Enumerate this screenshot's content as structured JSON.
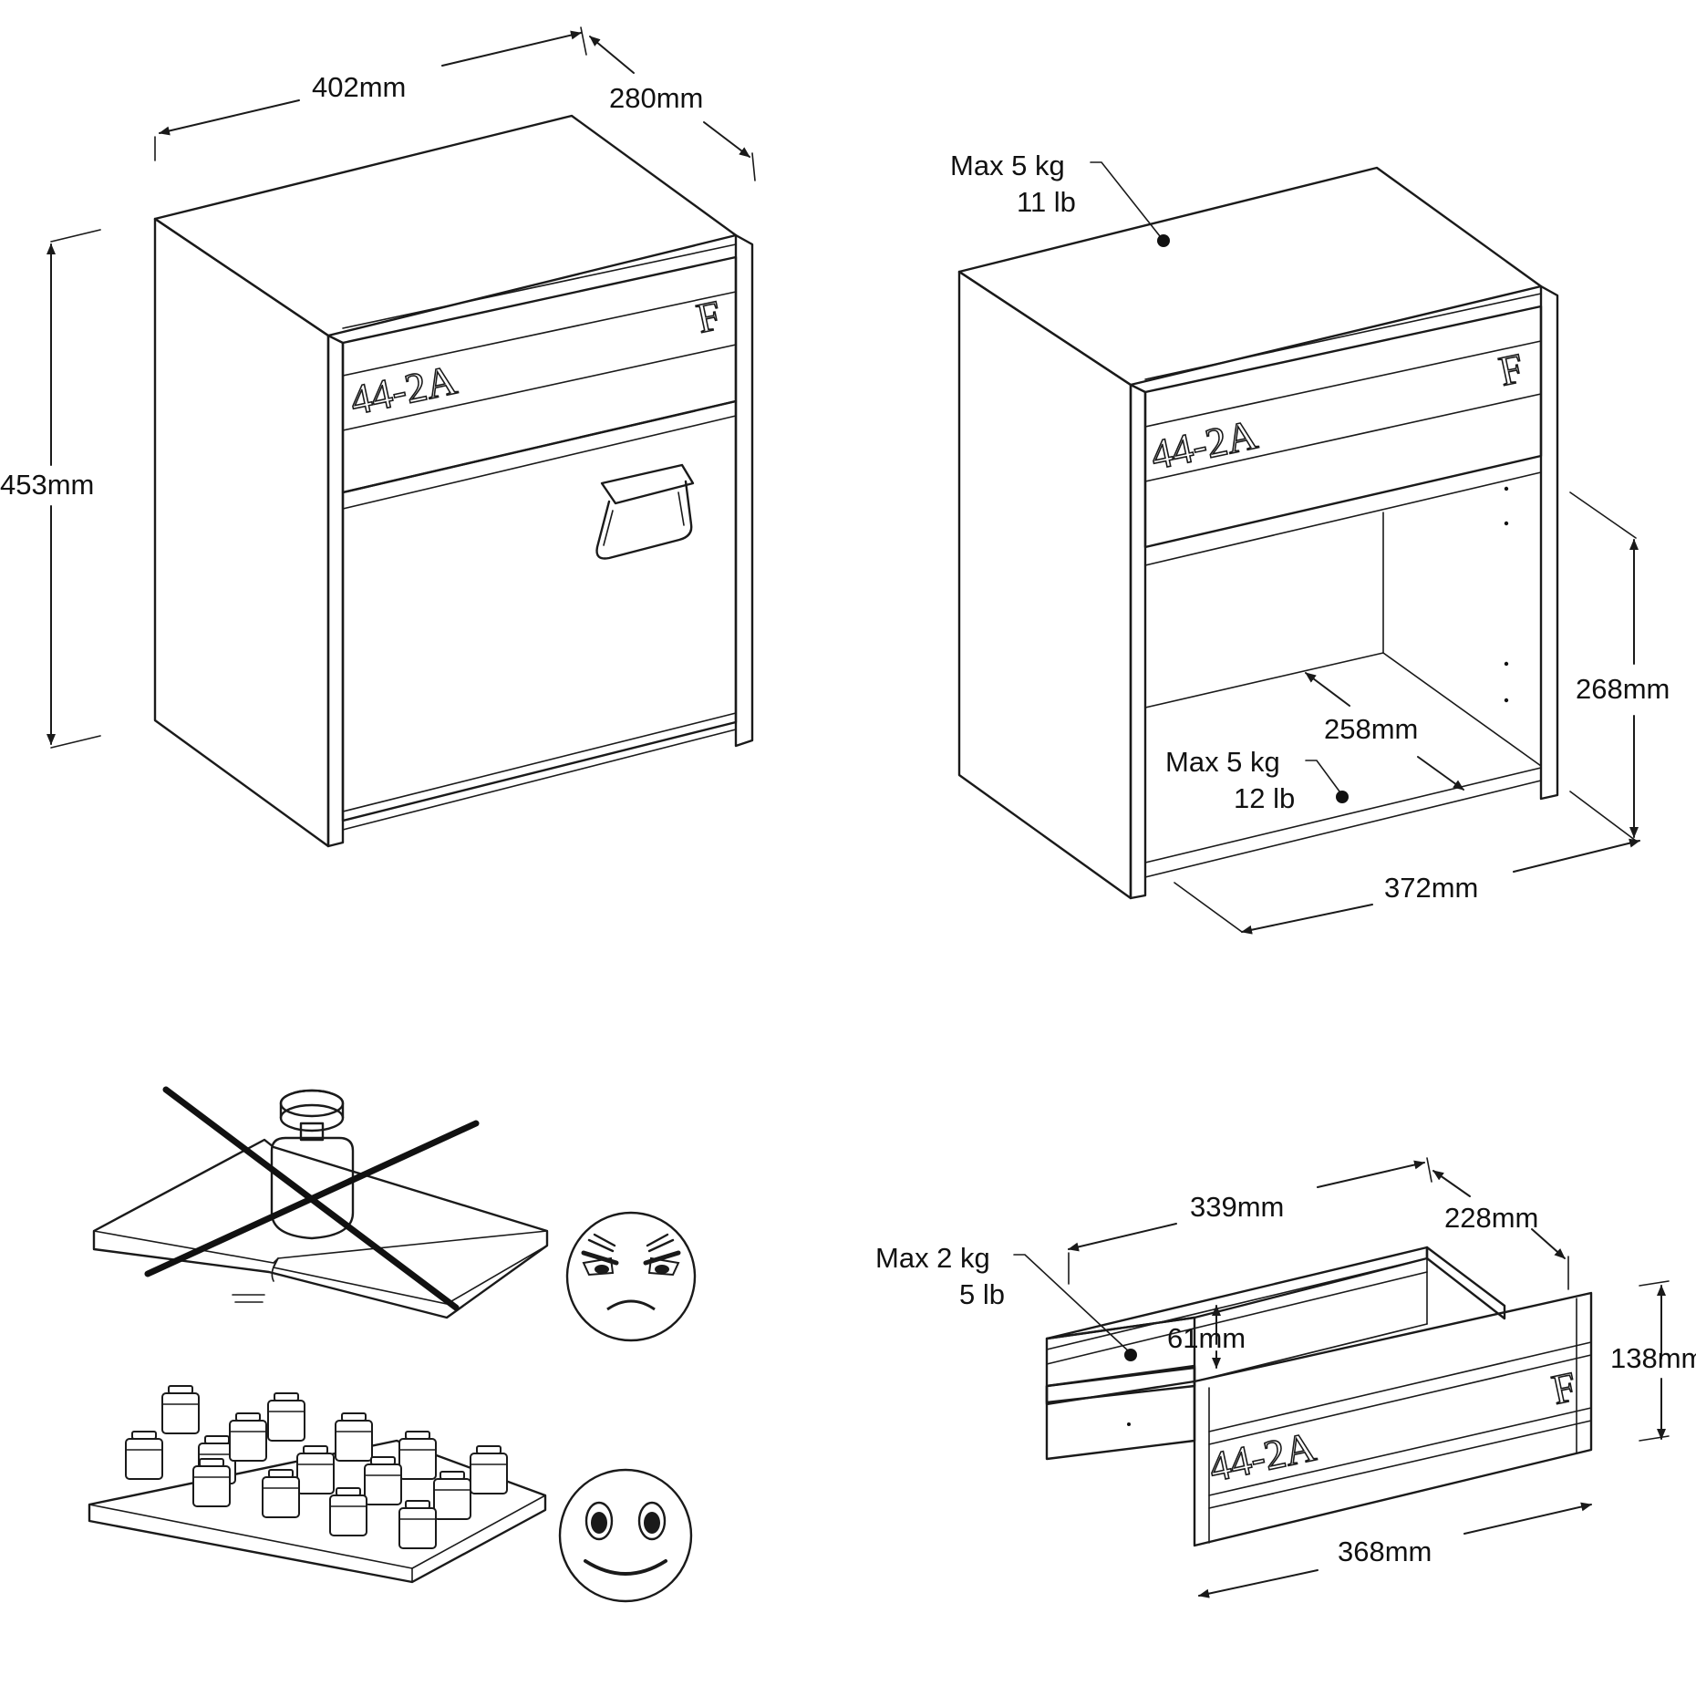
{
  "closed_cabinet": {
    "width": "402mm",
    "depth": "280mm",
    "height": "453mm",
    "engraving_code": "44-2A",
    "engraving_letter": "F"
  },
  "open_cabinet": {
    "top_load": {
      "kg": "Max 5 kg",
      "lb": "11 lb"
    },
    "shelf_load": {
      "kg": "Max 5 kg",
      "lb": "12 lb"
    },
    "inner_depth": "258mm",
    "inner_height": "268mm",
    "inner_width": "372mm",
    "engraving_code": "44-2A",
    "engraving_letter": "F"
  },
  "drawer": {
    "load": {
      "kg": "Max 2 kg",
      "lb": "5 lb"
    },
    "inner_width": "339mm",
    "inner_depth": "228mm",
    "inner_height": "61mm",
    "front_height": "138mm",
    "front_width": "368mm",
    "engraving_code": "44-2A",
    "engraving_letter": "F"
  },
  "load_guidance": {
    "wrong": {
      "icon": "angry-face-icon"
    },
    "right": {
      "icon": "smiley-face-icon"
    }
  }
}
